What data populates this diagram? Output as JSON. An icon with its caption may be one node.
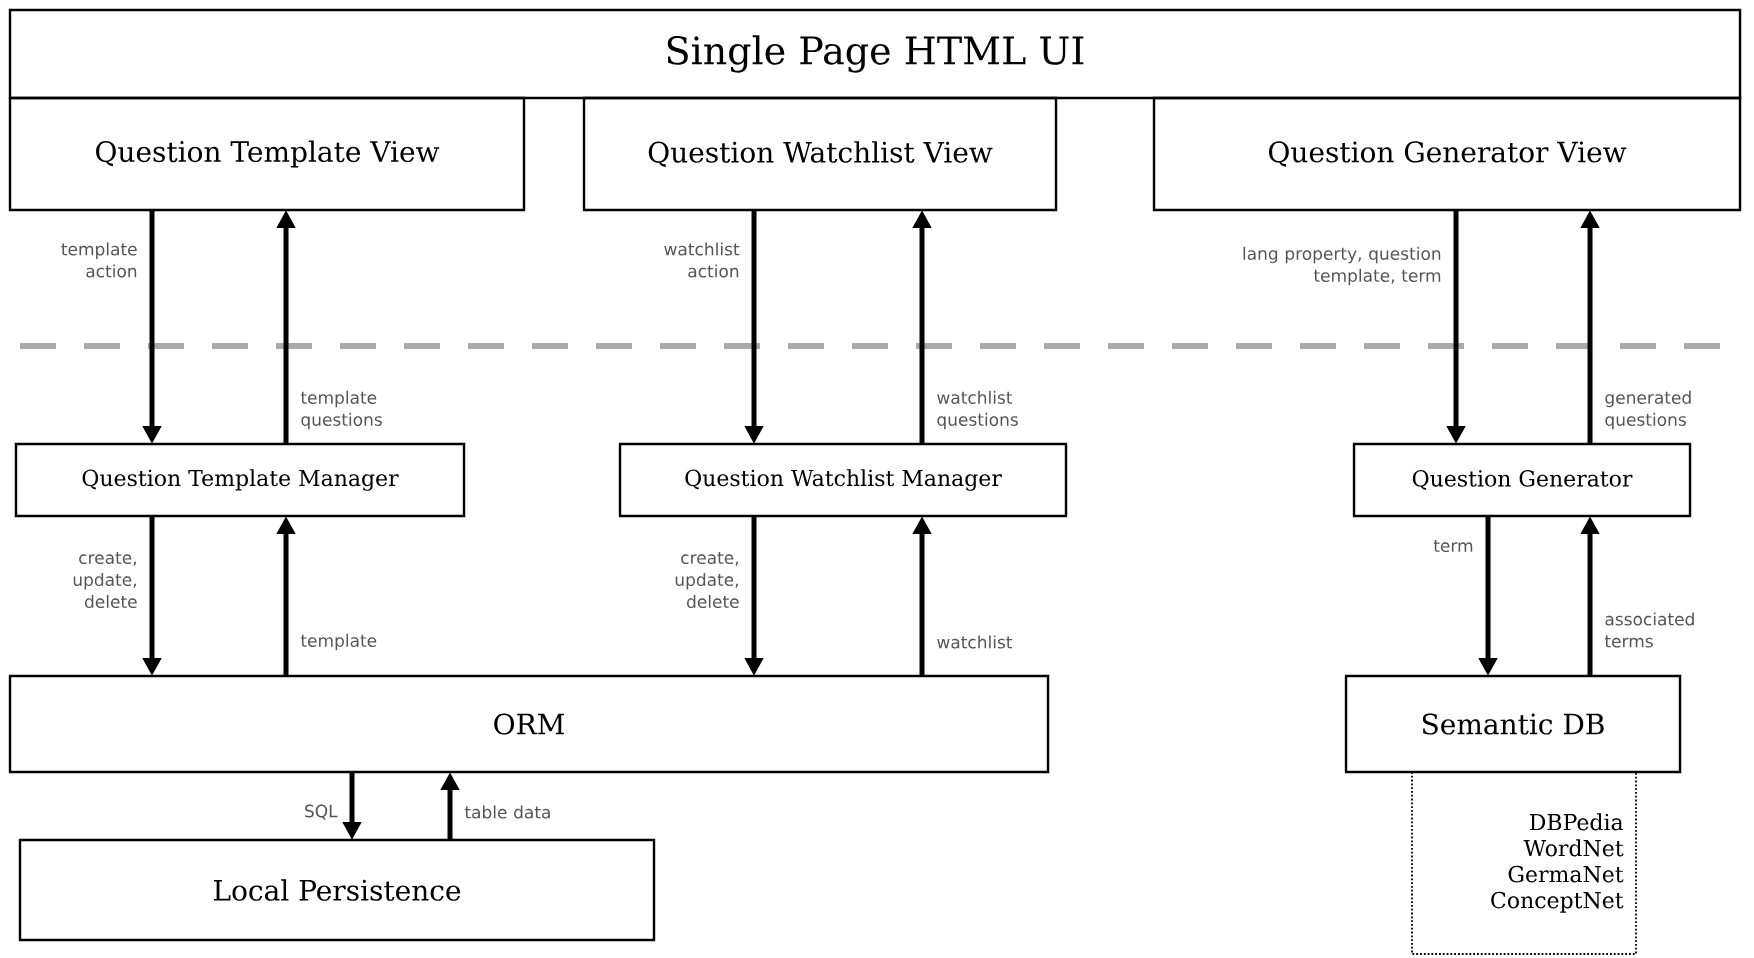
{
  "diagram": {
    "nodes": [
      {
        "text": [
          "Single Page HTML UI"
        ]
      },
      {
        "text": [
          "Question Template View"
        ]
      },
      {
        "text": [
          "Question Watchlist View"
        ]
      },
      {
        "text": [
          "Question Generator View"
        ]
      },
      {
        "text": [
          "Question Template Manager"
        ]
      },
      {
        "text": [
          "Question Watchlist Manager"
        ]
      },
      {
        "text": [
          "Question Generator"
        ]
      },
      {
        "text": [
          "ORM"
        ]
      },
      {
        "text": [
          "Local Persistence"
        ]
      },
      {
        "text": [
          "Semantic DB"
        ]
      },
      {
        "text": [
          "DBPedia",
          "WordNet",
          "GermaNet",
          "ConceptNet"
        ]
      }
    ],
    "edges": [
      {
        "from": 1,
        "to": 4,
        "arrow": "to",
        "label": "template action"
      },
      {
        "from": 4,
        "to": 1,
        "arrow": "to",
        "label": "template questions"
      },
      {
        "from": 2,
        "to": 5,
        "arrow": "to",
        "label": "watchlist action"
      },
      {
        "from": 5,
        "to": 2,
        "arrow": "to",
        "label": "watchlist questions"
      },
      {
        "from": 3,
        "to": 6,
        "arrow": "to",
        "label": "lang property, question template, term"
      },
      {
        "from": 6,
        "to": 3,
        "arrow": "to",
        "label": "generated questions"
      },
      {
        "from": 4,
        "to": 7,
        "arrow": "to",
        "label": "create, update, delete"
      },
      {
        "from": 7,
        "to": 4,
        "arrow": "to",
        "label": "template"
      },
      {
        "from": 5,
        "to": 7,
        "arrow": "to",
        "label": "create, update, delete"
      },
      {
        "from": 7,
        "to": 5,
        "arrow": "to",
        "label": "watchlist"
      },
      {
        "from": 6,
        "to": 9,
        "arrow": "to",
        "label": "term"
      },
      {
        "from": 9,
        "to": 6,
        "arrow": "to",
        "label": "associated terms"
      },
      {
        "from": 7,
        "to": 8,
        "arrow": "to",
        "label": "SQL"
      },
      {
        "from": 8,
        "to": 7,
        "arrow": "to",
        "label": "table data"
      }
    ]
  }
}
